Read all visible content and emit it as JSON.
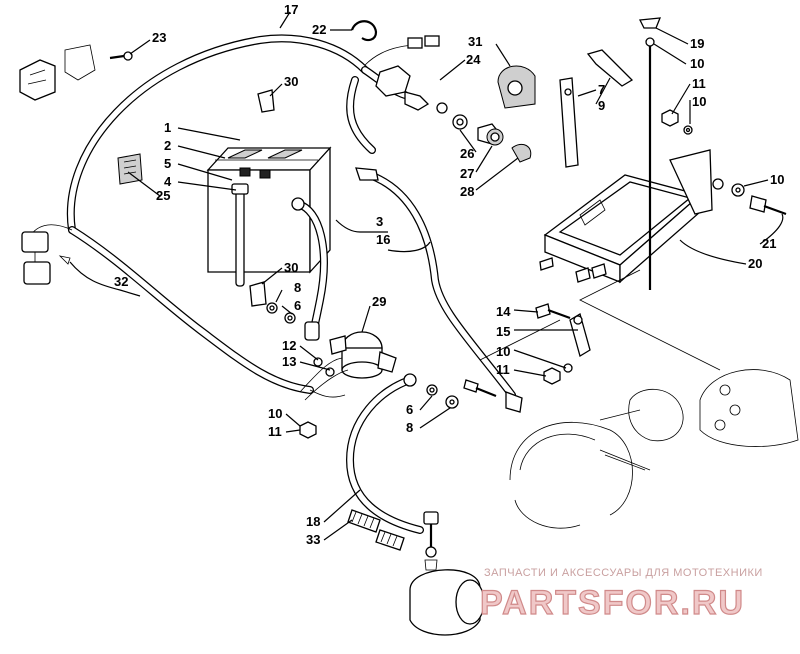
{
  "diagram": {
    "callouts": [
      {
        "id": "c1",
        "text": "1"
      },
      {
        "id": "c2",
        "text": "2"
      },
      {
        "id": "c3",
        "text": "3"
      },
      {
        "id": "c4",
        "text": "4"
      },
      {
        "id": "c5",
        "text": "5"
      },
      {
        "id": "c6a",
        "text": "6"
      },
      {
        "id": "c6b",
        "text": "6"
      },
      {
        "id": "c7",
        "text": "7"
      },
      {
        "id": "c8a",
        "text": "8"
      },
      {
        "id": "c8b",
        "text": "8"
      },
      {
        "id": "c9",
        "text": "9"
      },
      {
        "id": "c10a",
        "text": "10"
      },
      {
        "id": "c10b",
        "text": "10"
      },
      {
        "id": "c10c",
        "text": "10"
      },
      {
        "id": "c10d",
        "text": "10"
      },
      {
        "id": "c10e",
        "text": "10"
      },
      {
        "id": "c11a",
        "text": "11"
      },
      {
        "id": "c11b",
        "text": "11"
      },
      {
        "id": "c11c",
        "text": "11"
      },
      {
        "id": "c12",
        "text": "12"
      },
      {
        "id": "c13",
        "text": "13"
      },
      {
        "id": "c14",
        "text": "14"
      },
      {
        "id": "c15",
        "text": "15"
      },
      {
        "id": "c16",
        "text": "16"
      },
      {
        "id": "c17",
        "text": "17"
      },
      {
        "id": "c18",
        "text": "18"
      },
      {
        "id": "c19",
        "text": "19"
      },
      {
        "id": "c20",
        "text": "20"
      },
      {
        "id": "c21",
        "text": "21"
      },
      {
        "id": "c22",
        "text": "22"
      },
      {
        "id": "c23",
        "text": "23"
      },
      {
        "id": "c24",
        "text": "24"
      },
      {
        "id": "c25",
        "text": "25"
      },
      {
        "id": "c26",
        "text": "26"
      },
      {
        "id": "c27",
        "text": "27"
      },
      {
        "id": "c28",
        "text": "28"
      },
      {
        "id": "c29",
        "text": "29"
      },
      {
        "id": "c30a",
        "text": "30"
      },
      {
        "id": "c30b",
        "text": "30"
      },
      {
        "id": "c31",
        "text": "31"
      },
      {
        "id": "c32",
        "text": "32"
      },
      {
        "id": "c33",
        "text": "33"
      }
    ]
  },
  "watermark": {
    "tagline": "ЗАПЧАСТИ И АКСЕССУАРЫ ДЛЯ МОТОТЕХНИКИ",
    "site": "PARTSFOR.RU",
    "color": "#d08a8a"
  }
}
